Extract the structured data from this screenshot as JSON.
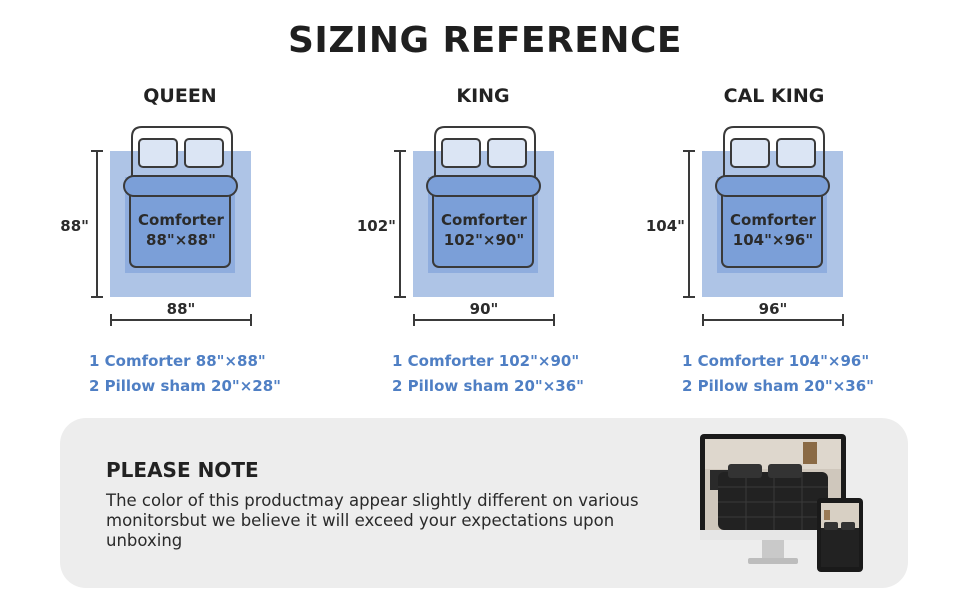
{
  "title": "SIZING REFERENCE",
  "colors": {
    "outer_rect": "#aec4e6",
    "comforter": "#7b9fd8",
    "bed_line": "#3a3a3a",
    "detail_text": "#4f7fc4",
    "note_bg": "#ededed"
  },
  "sizes": [
    {
      "name": "QUEEN",
      "height_label": "88\"",
      "width_label": "88\"",
      "comforter_label": "Comforter",
      "comforter_size": "88\"×88\"",
      "detail_1": "1 Comforter 88\"×88\"",
      "detail_2": "2 Pillow sham 20\"×28\""
    },
    {
      "name": "KING",
      "height_label": "102\"",
      "width_label": "90\"",
      "comforter_label": "Comforter",
      "comforter_size": "102\"×90\"",
      "detail_1": "1 Comforter 102\"×90\"",
      "detail_2": "2 Pillow sham 20\"×36\""
    },
    {
      "name": "CAL KING",
      "height_label": "104\"",
      "width_label": "96\"",
      "comforter_label": "Comforter",
      "comforter_size": "104\"×96\"",
      "detail_1": "1 Comforter 104\"×96\"",
      "detail_2": "2 Pillow sham 20\"×36\""
    }
  ],
  "note": {
    "title": "PLEASE NOTE",
    "text": "The color of this productmay appear slightly different on various monitorsbut we believe it will exceed your expectations upon unboxing"
  },
  "devices_image": "monitor-and-tablet-showing-black-comforter-icon"
}
